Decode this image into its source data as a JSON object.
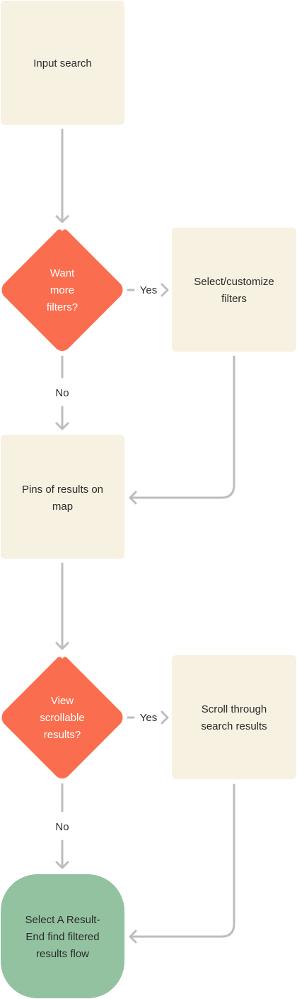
{
  "colors": {
    "process_fill": "#f7f1e1",
    "decision_fill": "#fa6e4f",
    "terminal_fill": "#93c2a0",
    "arrow": "#bdbdbd"
  },
  "nodes": {
    "input_search": {
      "lines": [
        "Input search"
      ]
    },
    "want_more_filters": {
      "lines": [
        "Want",
        "more",
        "filters?"
      ]
    },
    "select_filters": {
      "lines": [
        "Select/customize",
        "filters"
      ]
    },
    "pins_results": {
      "lines": [
        "Pins of results on",
        "map"
      ]
    },
    "view_scrollable": {
      "lines": [
        "View",
        "scrollable",
        "results?"
      ]
    },
    "scroll_results": {
      "lines": [
        "Scroll through",
        "search results"
      ]
    },
    "select_result": {
      "lines": [
        "Select A Result-",
        "End find filtered",
        "results flow"
      ]
    }
  },
  "edges": {
    "filters_yes": "Yes",
    "filters_no": "No",
    "scroll_yes": "Yes",
    "scroll_no": "No"
  }
}
